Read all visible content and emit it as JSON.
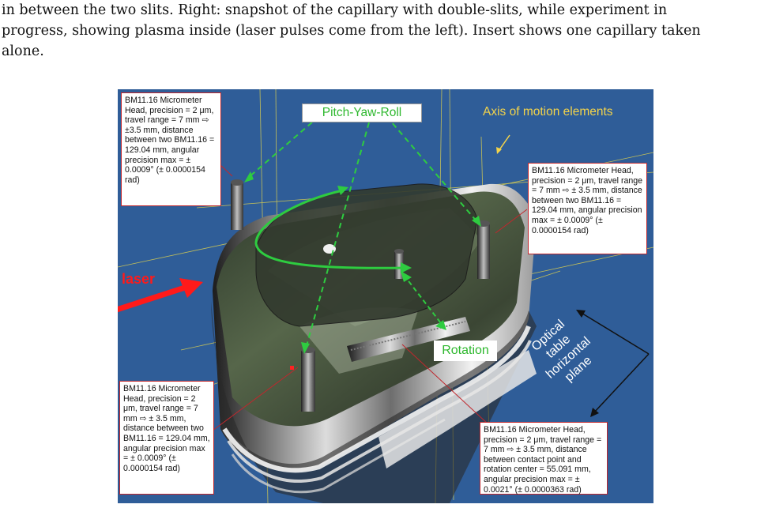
{
  "caption": {
    "line1": "in between the two slits. Right: snapshot of the capillary with double-slits, while experiment in",
    "line2": "progress, showing plasma inside (laser pulses come from the left). Insert shows one capillary taken",
    "line3": "alone."
  },
  "figure": {
    "pitch_yaw_roll": "Pitch-Yaw-Roll",
    "axis_label": "Axis of motion elements",
    "laser": "laser",
    "rotation": "Rotation",
    "optical_plane": [
      "Optical",
      "table",
      "horizontal",
      "plane"
    ],
    "callouts": {
      "top_left": "BM11.16 Micrometer Head, precision = 2 μm, travel range = 7 mm ⇨ ±3.5 mm, distance between two BM11.16 = 129.04 mm, angular precision max = ± 0.0009° (± 0.0000154 rad)",
      "right": "BM11.16 Micrometer Head, precision = 2 μm, travel range = 7 mm ⇨ ± 3.5 mm, distance between two BM11.16 = 129.04 mm, angular precision max = ± 0.0009° (± 0.0000154 rad)",
      "bottom_left": "BM11.16 Micrometer Head, precision = 2 μm, travel range = 7 mm ⇨ ± 3.5 mm, distance between two BM11.16 = 129.04 mm, angular precision max = ± 0.0009° (± 0.0000154 rad)",
      "bottom_right": "BM11.16 Micrometer Head, precision = 2 μm, travel range = 7 mm ⇨ ± 3.5 mm, distance between contact point and rotation center = 55.091 mm, angular precision max = ± 0.0021° (± 0.0000363 rad)"
    },
    "colors": {
      "background": "#2f5d98",
      "green_annotation": "#2eb82e",
      "laser_red": "#ff1a1a",
      "axis_yellow": "#f3d34a",
      "callout_border": "#c0272d"
    }
  }
}
